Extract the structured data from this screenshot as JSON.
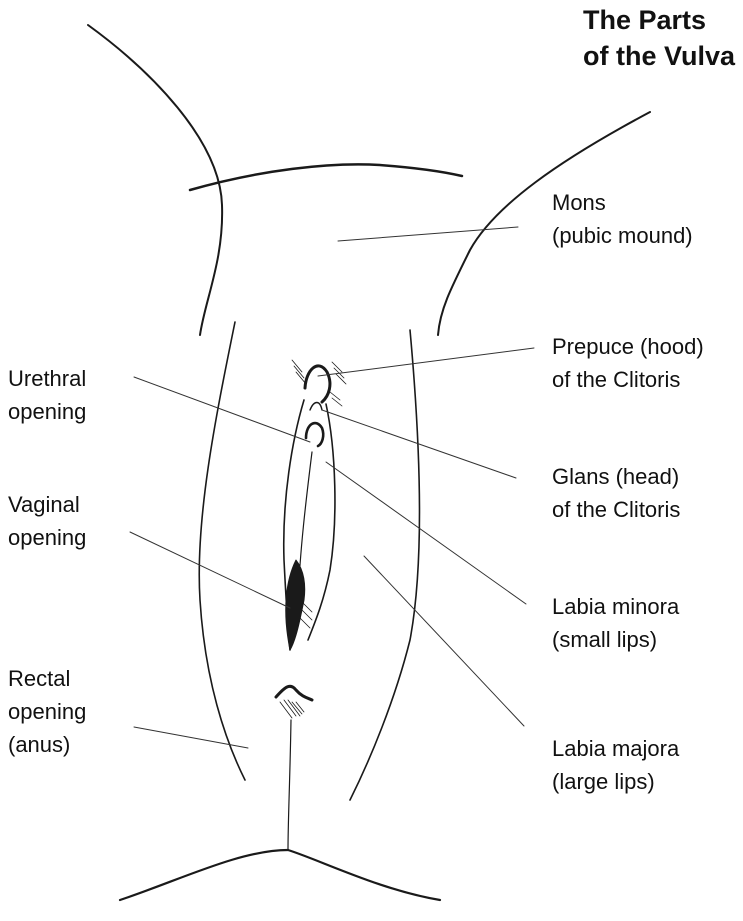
{
  "title": {
    "line1": "The Parts",
    "line2": "of the Vulva"
  },
  "labels": {
    "mons": {
      "line1": "Mons",
      "line2": "(pubic mound)"
    },
    "prepuce": {
      "line1": "Prepuce (hood)",
      "line2": "of the Clitoris"
    },
    "glans": {
      "line1": "Glans (head)",
      "line2": "of the Clitoris"
    },
    "labia_minora": {
      "line1": "Labia minora",
      "line2": "(small lips)"
    },
    "labia_majora": {
      "line1": "Labia majora",
      "line2": "(large lips)"
    },
    "urethral": {
      "line1": "Urethral",
      "line2": "opening"
    },
    "vaginal": {
      "line1": "Vaginal",
      "line2": "opening"
    },
    "rectal": {
      "line1": "Rectal",
      "line2": "opening",
      "line3": "(anus)"
    }
  },
  "colors": {
    "ink": "#111111",
    "leader": "#333333",
    "background": "#ffffff"
  }
}
